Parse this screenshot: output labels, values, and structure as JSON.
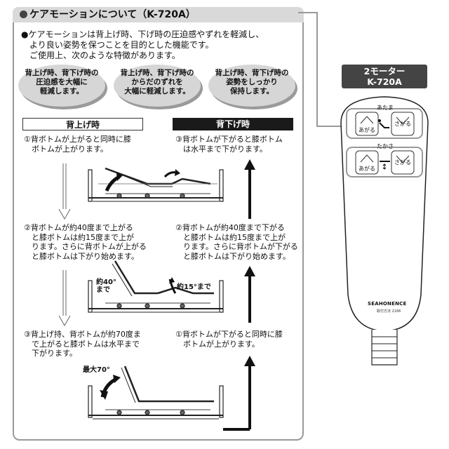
{
  "title": "ケアモーションについて（K-720A）",
  "intro": "●ケアモーションは背上げ時、下げ時の圧迫感やずれを軽減し、\n　より良い姿勢を保つことを目的とした機能です。\n　ご使用上、次のような特徴があります。",
  "features": [
    "背上げ時、背下げ時の\n圧迫感を大幅に\n軽減します。",
    "背上げ時、背下げ時の\nからだのずれを\n大幅に軽減します。",
    "背上げ時、背下げ時の\n姿勢をしっかり\n保持します。"
  ],
  "back_up": {
    "header": "背上げ時",
    "steps": [
      "①背ボトムが上がると同時に膝\n　ボトムが上がります。",
      "②背ボトムが約40度まで上がる\n　と膝ボトムは約15度まで上が\n　ります。さらに背ボトムが上がる\n　と膝ボトムは下がり始めます。",
      "③背上げ持、背ボトムが約70度ま\n　で上がると膝ボトムは水平まで\n　下がります。"
    ]
  },
  "back_down": {
    "header": "背下げ時",
    "steps": [
      "③背ボトムが下がると膝ボトム\n　は水平まで下がります。",
      "②背ボトムが約40度まで下がる\n　と膝ボトムは約15度まで上が\n　ります。さらに背ボトムが下がる\n　と膝ボトムは下がり始めます。",
      "①背ボトムが下がると同時に膝\n　ボトムが上がります。"
    ]
  },
  "angle_labels": {
    "about40": "約40°\nまで",
    "about15": "約15°まで",
    "max70": "最大70°"
  },
  "remote": {
    "header": "2モーター\nK-720A",
    "atama": "あたま",
    "takasa": "たかさ",
    "up": "あがる",
    "down": "さがる",
    "brand": "SEAHONENCE",
    "sub": "取付方法 2166"
  }
}
